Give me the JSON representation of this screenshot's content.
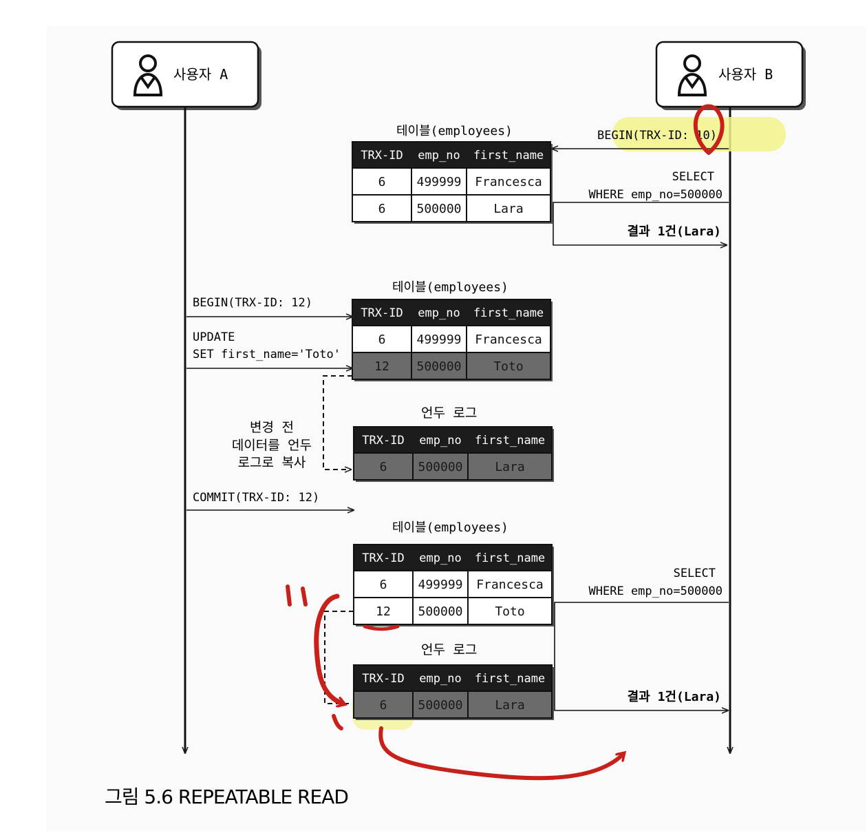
{
  "user_a": {
    "label": "사용자 A"
  },
  "user_b": {
    "label": "사용자 B"
  },
  "table_title": "테이블(employees)",
  "undo_title": "언두 로그",
  "columns": [
    "TRX-ID",
    "emp_no",
    "first_name"
  ],
  "b_begin": "BEGIN(TRX-ID: 10)",
  "select_line1": "SELECT",
  "select_line2": "WHERE emp_no=500000",
  "result": "결과 1건(Lara)",
  "a_begin": "BEGIN(TRX-ID: 12)",
  "update_line1": "UPDATE",
  "update_line2": "SET first_name='Toto'",
  "copy_note": [
    "변경 전",
    "데이터를 언두",
    "로그로 복사"
  ],
  "a_commit": "COMMIT(TRX-ID: 12)",
  "table1_rows": [
    [
      "6",
      "499999",
      "Francesca"
    ],
    [
      "6",
      "500000",
      "Lara"
    ]
  ],
  "table2_rows": [
    [
      "6",
      "499999",
      "Francesca"
    ],
    [
      "12",
      "500000",
      "Toto"
    ]
  ],
  "undo1_rows": [
    [
      "6",
      "500000",
      "Lara"
    ]
  ],
  "table3_rows": [
    [
      "6",
      "499999",
      "Francesca"
    ],
    [
      "12",
      "500000",
      "Toto"
    ]
  ],
  "undo2_rows": [
    [
      "6",
      "500000",
      "Lara"
    ]
  ],
  "caption": "그림 5.6 REPEATABLE READ",
  "colors": {
    "header": "#1c1c1c",
    "shaded": "#6b6b6b",
    "highlight": "#f2f28a",
    "annotation": "#c8201a"
  }
}
